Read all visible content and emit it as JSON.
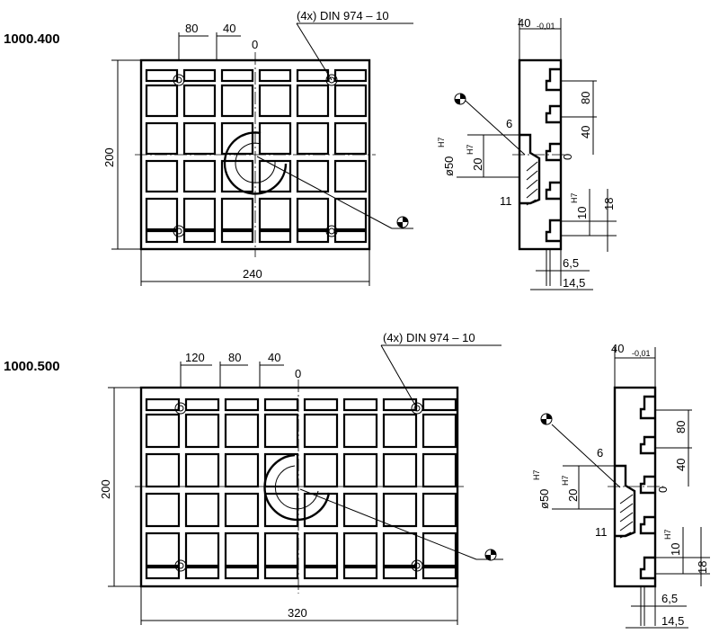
{
  "drawings": [
    {
      "part_number": "1000.400",
      "top_dims": [
        "80",
        "40",
        "0"
      ],
      "callout": "(4x) DIN 974 – 10",
      "height_dim": "200",
      "width_dim": "240",
      "side": {
        "width": "40",
        "width_tol": "-0,01",
        "dim_80": "80",
        "dim_40": "40",
        "dim_0": "0",
        "dim_6": "6",
        "dim_dia": "ø50",
        "dia_fit": "H7",
        "dim_20": "20",
        "dim_20_fit": "H7",
        "dim_11": "11",
        "dim_10": "10",
        "dim_10_fit": "H7",
        "dim_18": "18",
        "dim_65": "6,5",
        "dim_145": "14,5"
      }
    },
    {
      "part_number": "1000.500",
      "top_dims": [
        "120",
        "80",
        "40",
        "0"
      ],
      "callout": "(4x) DIN 974 – 10",
      "height_dim": "200",
      "width_dim": "320",
      "side": {
        "width": "40",
        "width_tol": "-0,01",
        "dim_80": "80",
        "dim_40": "40",
        "dim_0": "0",
        "dim_6": "6",
        "dim_dia": "ø50",
        "dia_fit": "H7",
        "dim_20": "20",
        "dim_20_fit": "H7",
        "dim_11": "11",
        "dim_10": "10",
        "dim_10_fit": "H7",
        "dim_18": "18",
        "dim_65": "6,5",
        "dim_145": "14,5"
      }
    }
  ]
}
